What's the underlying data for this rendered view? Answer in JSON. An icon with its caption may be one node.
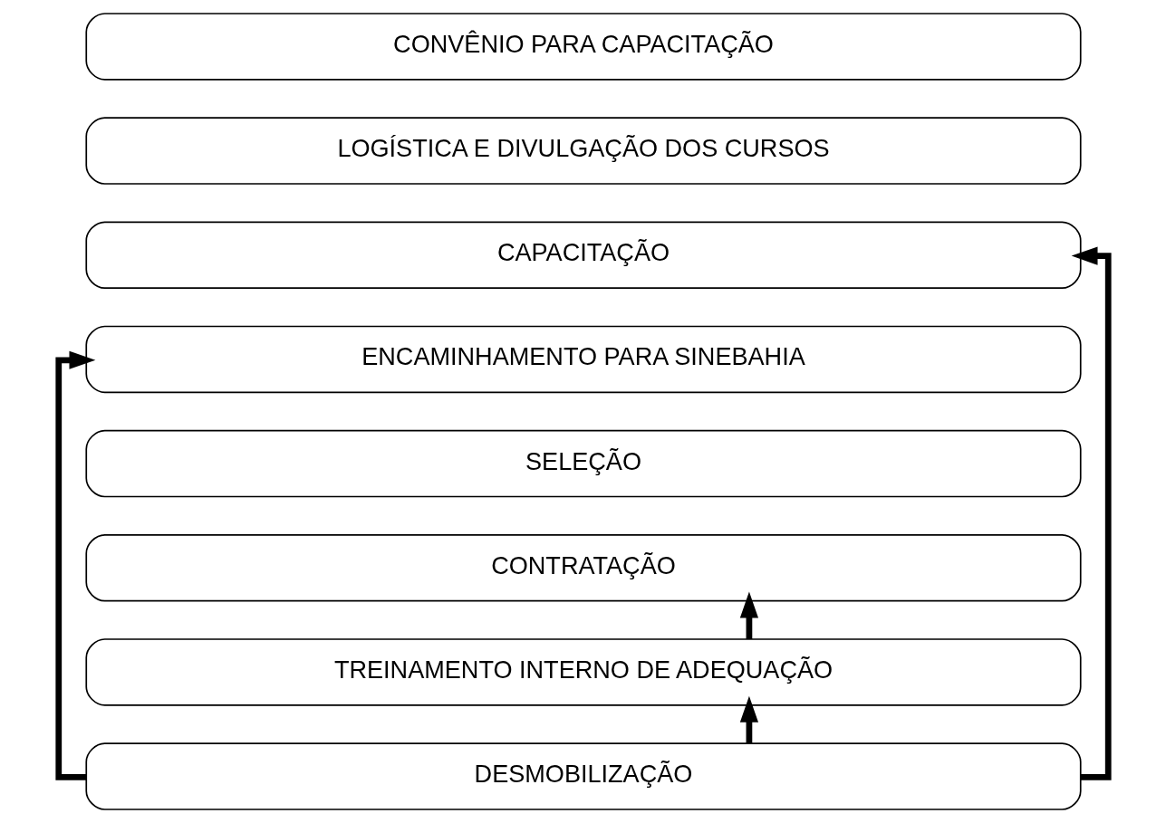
{
  "diagram": {
    "nodes": [
      {
        "text": [
          "CONVÊNIO PARA CAPACITAÇÃO"
        ]
      },
      {
        "text": [
          "LOGÍSTICA E DIVULGAÇÃO DOS CURSOS"
        ]
      },
      {
        "text": [
          "CAPACITAÇÃO"
        ]
      },
      {
        "text": [
          "ENCAMINHAMENTO PARA SINEBAHIA"
        ]
      },
      {
        "text": [
          "SELEÇÃO"
        ]
      },
      {
        "text": [
          "CONTRATAÇÃO"
        ]
      },
      {
        "text": [
          "TREINAMENTO INTERNO DE ADEQUAÇÃO"
        ]
      },
      {
        "text": [
          "DESMOBILIZAÇÃO"
        ]
      }
    ],
    "edges": [
      {
        "from": 7,
        "to": 6,
        "arrow": "to"
      },
      {
        "from": 7,
        "to": 2,
        "arrow": "to"
      },
      {
        "from": 7,
        "to": 3,
        "arrow": "to"
      },
      {
        "from": 6,
        "to": 5,
        "arrow": "to"
      }
    ]
  }
}
